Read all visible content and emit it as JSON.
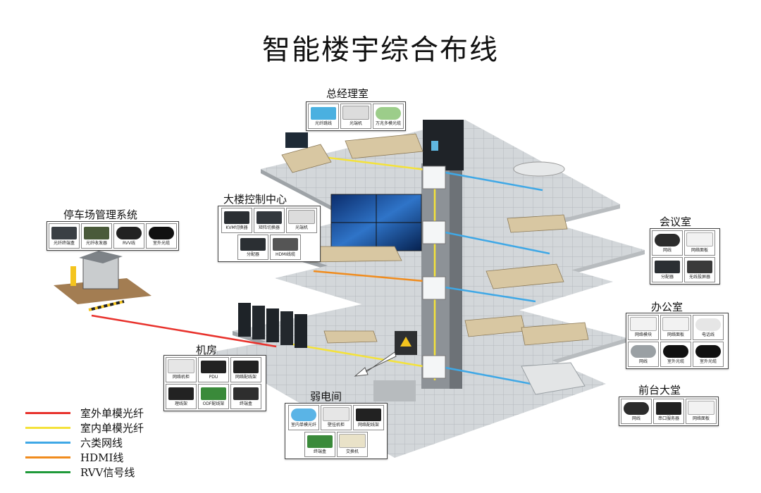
{
  "title": "智能楼宇综合布线",
  "zones": {
    "ceo": "总经理室",
    "control": "大楼控制中心",
    "parking": "停车场管理系统",
    "meeting": "会议室",
    "office": "办公室",
    "server": "机房",
    "weak": "弱电间",
    "lobby": "前台大堂"
  },
  "cards": {
    "ceo": [
      "光纤跳线",
      "光端机",
      "万兆多模光缆"
    ],
    "control": [
      "KVM切换器",
      "矩阵切换器",
      "光端机",
      "分配器",
      "HDMI线缆"
    ],
    "parking": [
      "光纤终端盒",
      "光纤收发器",
      "RVV线",
      "室外光缆"
    ],
    "meeting": [
      "网线",
      "网络面板",
      "分配器",
      "无线投屏器"
    ],
    "office": [
      "网络模块",
      "网络面板",
      "电话线",
      "网线",
      "室外光缆",
      "室外光缆"
    ],
    "server": [
      "网络机柜",
      "PDU",
      "网络配线架",
      "理线架",
      "ODF配线架",
      "终端盒"
    ],
    "weak": [
      "室内单模光纤",
      "壁挂机柜",
      "网络配线架",
      "终端盒",
      "交换机"
    ],
    "lobby": [
      "网线",
      "串口服务器",
      "网络面板"
    ]
  },
  "legend": [
    {
      "label": "室外单模光纤",
      "color": "#e8322c"
    },
    {
      "label": "室内单模光纤",
      "color": "#f4e23a"
    },
    {
      "label": "六类网线",
      "color": "#3fa8e6"
    },
    {
      "label": "HDMI线",
      "color": "#f08c1e"
    },
    {
      "label": "RVV信号线",
      "color": "#1f9a3a"
    }
  ],
  "colors": {
    "floor": "#cfd3d6",
    "floor_grid": "#b3b8bc",
    "shaft": "#8d9297",
    "cabinet": "#1e2328",
    "desk": "#d8c7a2"
  }
}
